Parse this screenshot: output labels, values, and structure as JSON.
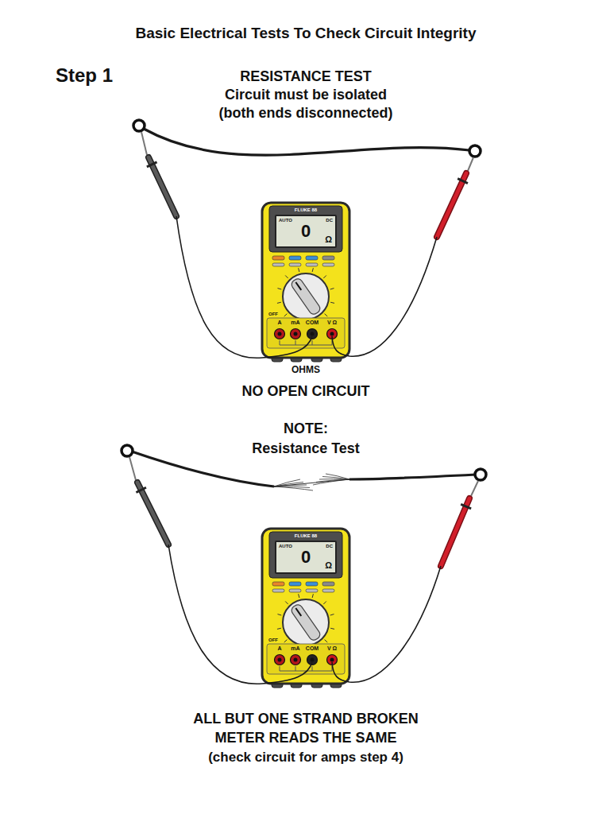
{
  "diagram": {
    "title": "Basic Electrical Tests To Check Circuit Integrity",
    "nodes": [
      {
        "text": [
          "AUTO",
          "DC",
          "0",
          "Ω"
        ]
      },
      {
        "text": [
          "AUTO",
          "DC",
          "0",
          "Ω"
        ]
      }
    ],
    "labels": [
      "Step 1",
      "RESISTANCE TEST",
      "Circuit must be isolated",
      "(both ends disconnected)",
      "FLUKE 88",
      "OFF",
      "A",
      "mA",
      "COM",
      "V Ω",
      "OHMS",
      "NO OPEN CIRCUIT",
      "NOTE:",
      "Resistance Test",
      "FLUKE 88",
      "OFF",
      "A",
      "mA",
      "COM",
      "V Ω",
      "ALL BUT ONE STRAND BROKEN",
      "METER READS THE SAME",
      "(check circuit for amps step 4)"
    ]
  }
}
